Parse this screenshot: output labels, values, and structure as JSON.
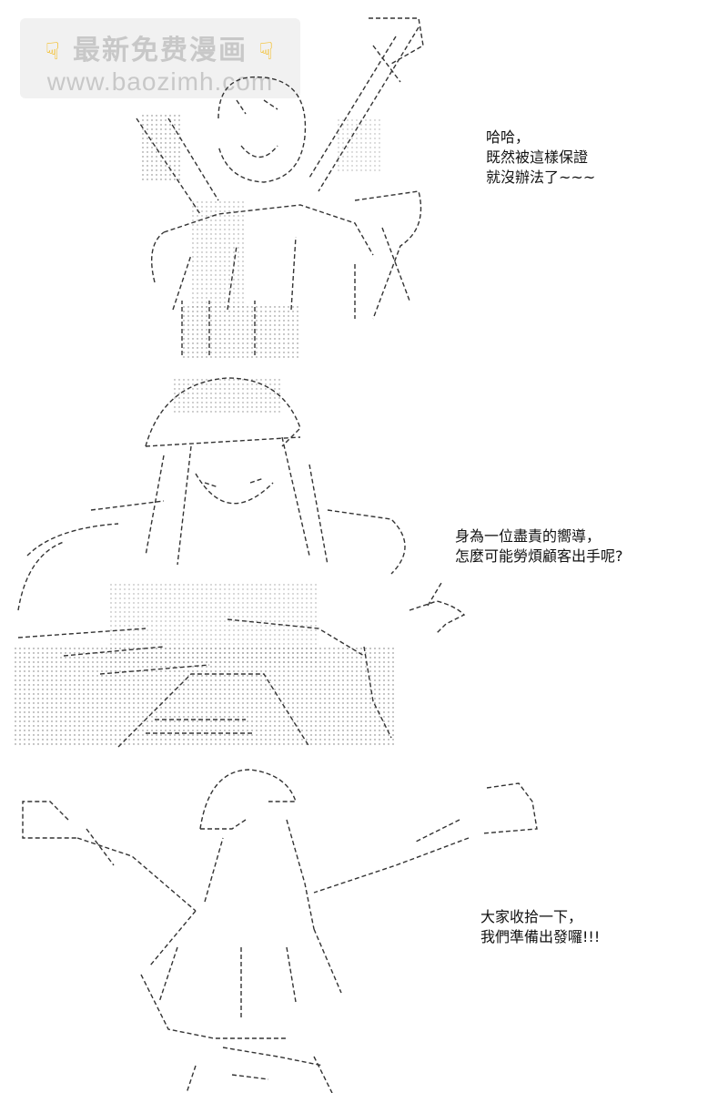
{
  "watermark": {
    "line1": "最新免费漫画",
    "line2": "www.baozimh.com",
    "pointer_icon": "pointing-down-hand-emoji"
  },
  "panels": [
    {
      "caption": [
        "哈哈，",
        "既然被這樣保證",
        "就沒辦法了~~~"
      ]
    },
    {
      "caption": [
        "身為一位盡責的嚮導，",
        "怎麼可能勞煩顧客出手呢?"
      ]
    },
    {
      "caption": [
        "大家收拾一下，",
        "我們準備出發囉!!!"
      ]
    }
  ]
}
